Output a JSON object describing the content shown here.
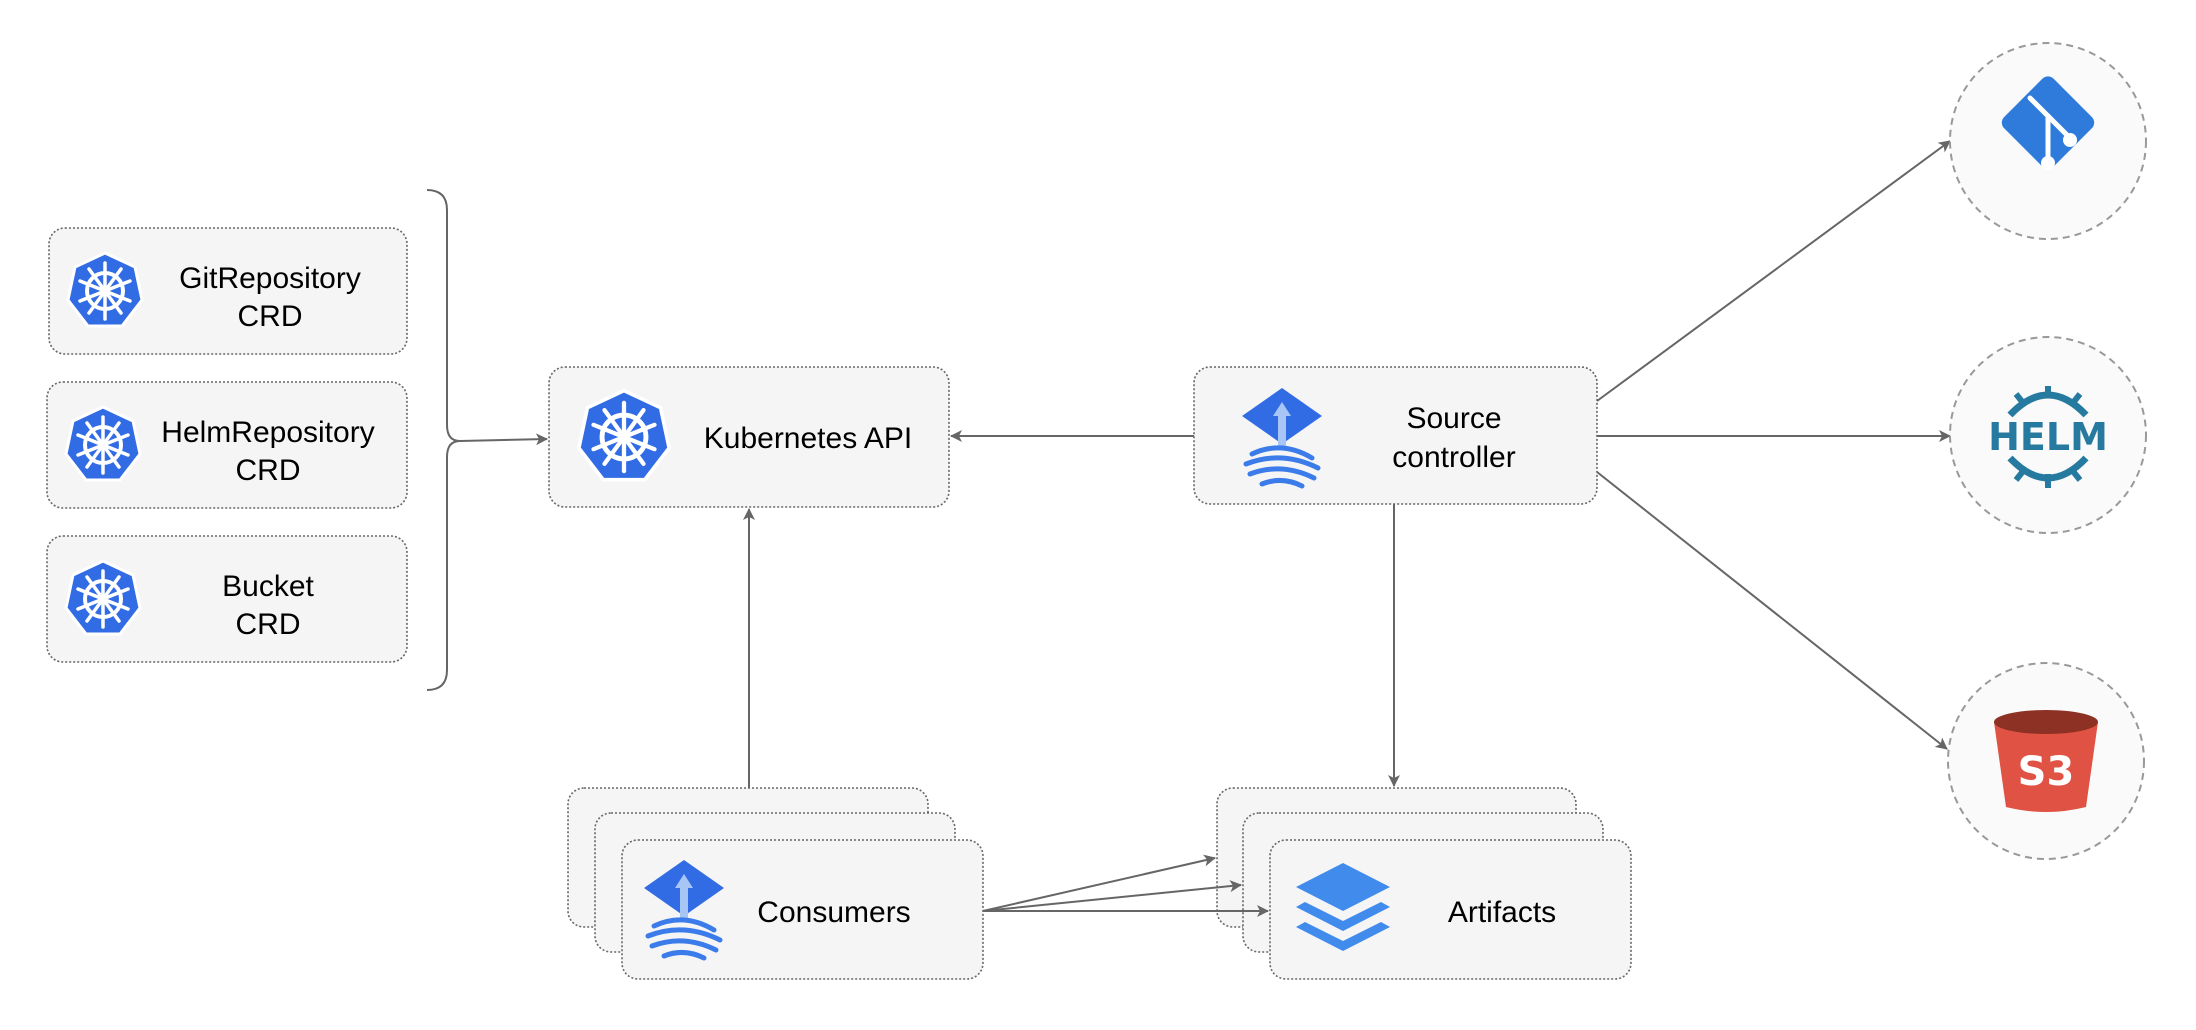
{
  "crds": [
    {
      "line1": "GitRepository",
      "line2": "CRD"
    },
    {
      "line1": "HelmRepository",
      "line2": "CRD"
    },
    {
      "line1": "Bucket",
      "line2": "CRD"
    }
  ],
  "kubernetes_api": {
    "label": "Kubernetes API"
  },
  "source_controller": {
    "line1": "Source",
    "line2": "controller"
  },
  "consumers": {
    "label": "Consumers"
  },
  "artifacts": {
    "label": "Artifacts"
  },
  "sources": {
    "helm_logo_text": "HELM",
    "s3_logo_text": "S3"
  },
  "colors": {
    "kubernetes_blue": "#326ce5",
    "git_blue": "#2f7bdc",
    "helm_teal": "#277a9f",
    "s3_red": "#e05243",
    "s3_dark": "#8c3123",
    "artifacts_blue": "#418bec",
    "box_fill": "#f5f5f5"
  }
}
